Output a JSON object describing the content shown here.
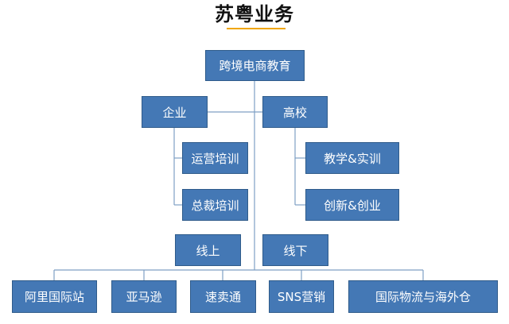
{
  "title": "苏粤业务",
  "colors": {
    "node_fill": "#4478b5",
    "node_border": "#2f5b8a",
    "connector": "#7f9fc4",
    "title_underline": "#f0a500",
    "text": "#ffffff"
  },
  "nodes": {
    "root": "跨境电商教育",
    "qiye": "企业",
    "gaoxiao": "高校",
    "yunying": "运营培训",
    "zongcai": "总裁培训",
    "jiaoxue": "教学&实训",
    "chuangxin": "创新&创业",
    "xianshang": "线上",
    "xianxia": "线下",
    "ali": "阿里国际站",
    "yamaxun": "亚马逊",
    "sumaitong": "速卖通",
    "sns": "SNS营销",
    "wuliu": "国际物流与海外仓"
  }
}
